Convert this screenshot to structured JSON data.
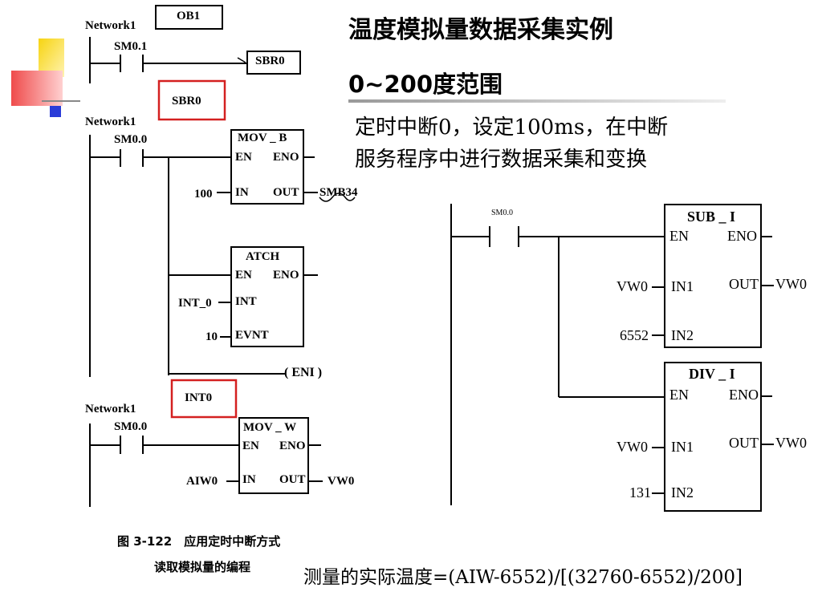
{
  "heading": {
    "title": "温度模拟量数据采集实例",
    "range": "0~200度范围",
    "desc_line1": "定时中断0，设定100ms，在中断",
    "desc_line2": "服务程序中进行数据采集和变换"
  },
  "formula": "测量的实际温度=(AIW-6552)/[(32760-6552)/200]",
  "caption": {
    "line1": "图 3-122　应用定时中断方式",
    "line2": "读取模拟量的编程"
  },
  "left_ladder": {
    "ob1_label": "OB1",
    "network1": {
      "name": "Network1",
      "contact": "SM0.1",
      "coil": "SBR0"
    },
    "sbr0_label": "SBR0",
    "network2": {
      "name": "Network1",
      "contact": "SM0.0",
      "mov_b": {
        "title": "MOV _ B",
        "en": "EN",
        "eno": "ENO",
        "in": "IN",
        "out": "OUT",
        "in_val": "100",
        "out_val": "SMB34"
      },
      "atch": {
        "title": "ATCH",
        "en": "EN",
        "eno": "ENO",
        "int": "INT",
        "evnt": "EVNT",
        "int_val": "INT_0",
        "evnt_val": "10"
      },
      "eni": "( ENI )"
    },
    "int0_label": "INT0",
    "network3": {
      "name": "Network1",
      "contact": "SM0.0",
      "mov_w": {
        "title": "MOV _ W",
        "en": "EN",
        "eno": "ENO",
        "in": "IN",
        "out": "OUT",
        "in_val": "AIW0",
        "out_val": "VW0"
      }
    }
  },
  "right_ladder": {
    "contact": "SM0.0",
    "sub_i": {
      "title": "SUB _ I",
      "en": "EN",
      "eno": "ENO",
      "in1": "IN1",
      "in2": "IN2",
      "out": "OUT",
      "in1_val": "VW0",
      "in2_val": "6552",
      "out_val": "VW0"
    },
    "div_i": {
      "title": "DIV _ I",
      "en": "EN",
      "eno": "ENO",
      "in1": "IN1",
      "in2": "IN2",
      "out": "OUT",
      "in1_val": "VW0",
      "in2_val": "131",
      "out_val": "VW0"
    }
  },
  "colors": {
    "highlight_red": "#d42020",
    "deco_yellow": "#f7d411",
    "deco_red": "#ef4b4b",
    "deco_blue": "#2a3cd8"
  }
}
